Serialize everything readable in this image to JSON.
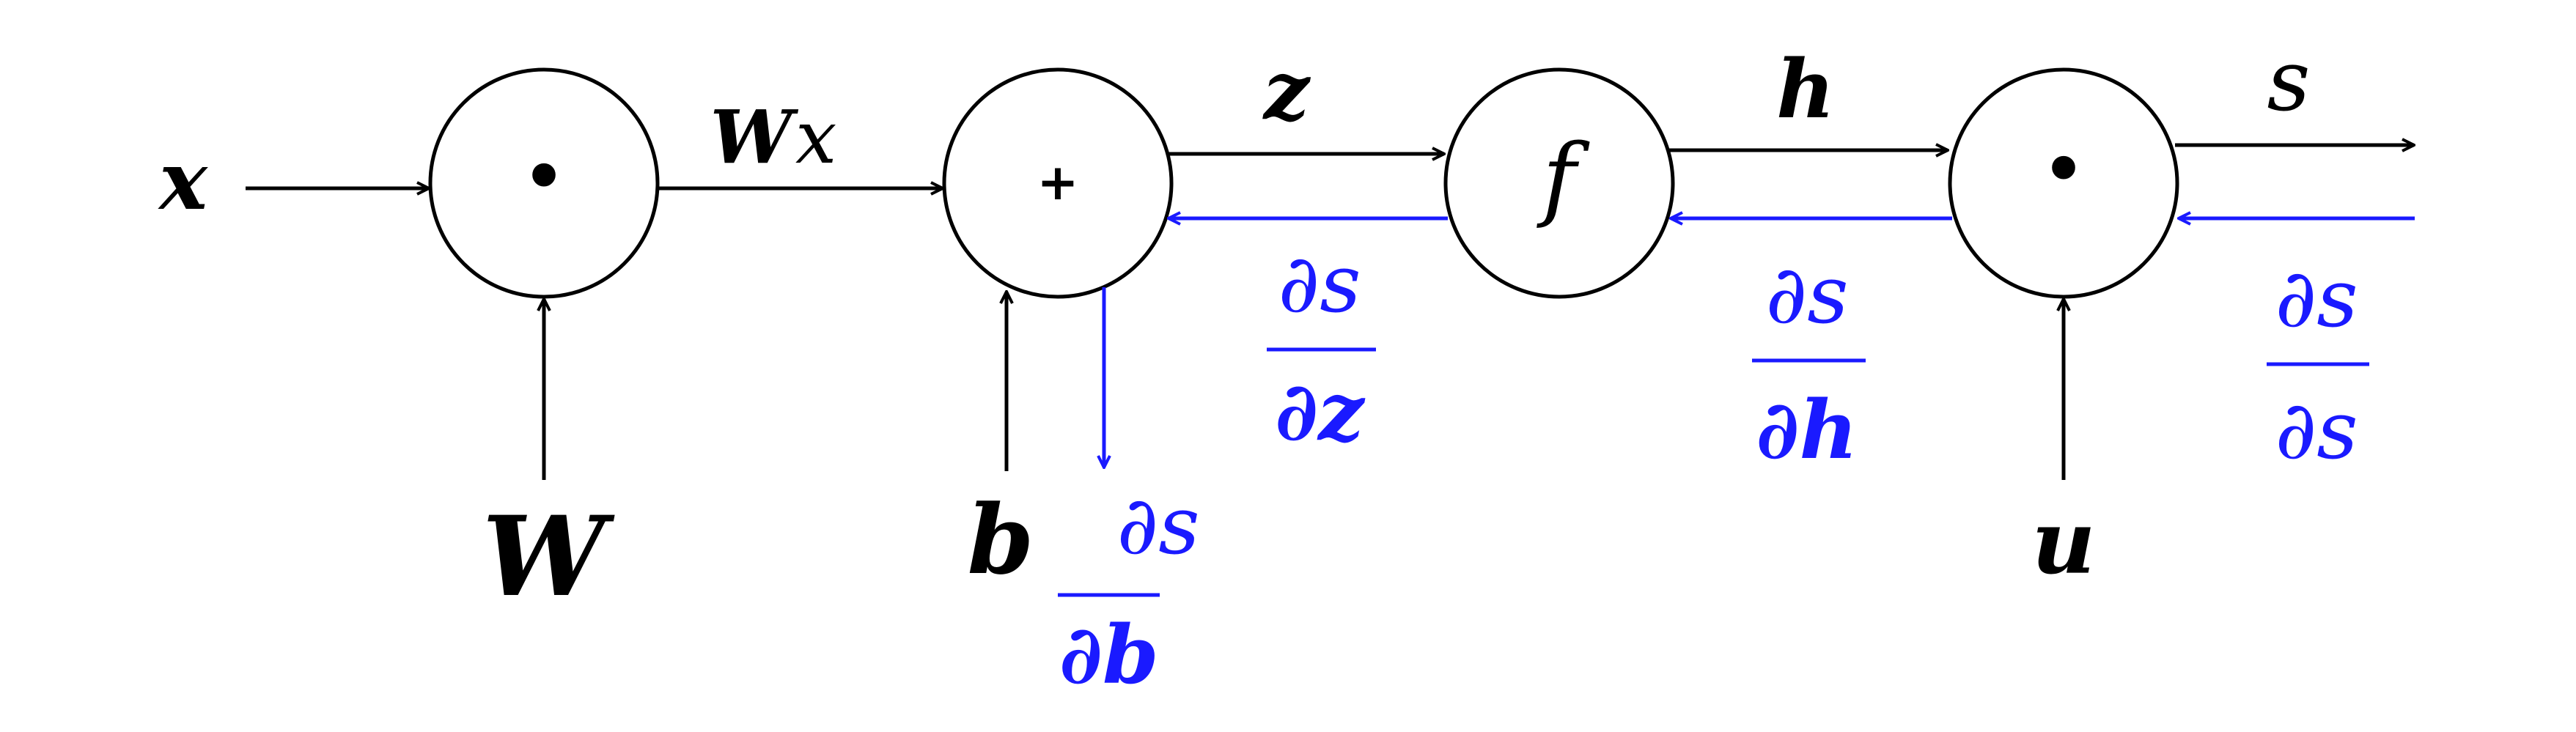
{
  "colors": {
    "forward": "#000000",
    "backward": "#1a1aff",
    "background": "#ffffff"
  },
  "inputs": {
    "x": "x",
    "W": "W",
    "b": "b",
    "u": "u"
  },
  "nodes": {
    "mult1": "•",
    "add": "+",
    "f": "f",
    "mult2": "•"
  },
  "edges": {
    "Wx": {
      "W": "W",
      "x": "x"
    },
    "z": "z",
    "h": "h",
    "s": "s"
  },
  "gradients": {
    "ds_dz": {
      "numerator": "∂s",
      "denominator": "∂z"
    },
    "ds_dh": {
      "numerator": "∂s",
      "denominator": "∂h"
    },
    "ds_ds": {
      "numerator": "∂s",
      "denominator": "∂s"
    },
    "ds_db": {
      "numerator": "∂s",
      "denominator": "∂b"
    }
  }
}
